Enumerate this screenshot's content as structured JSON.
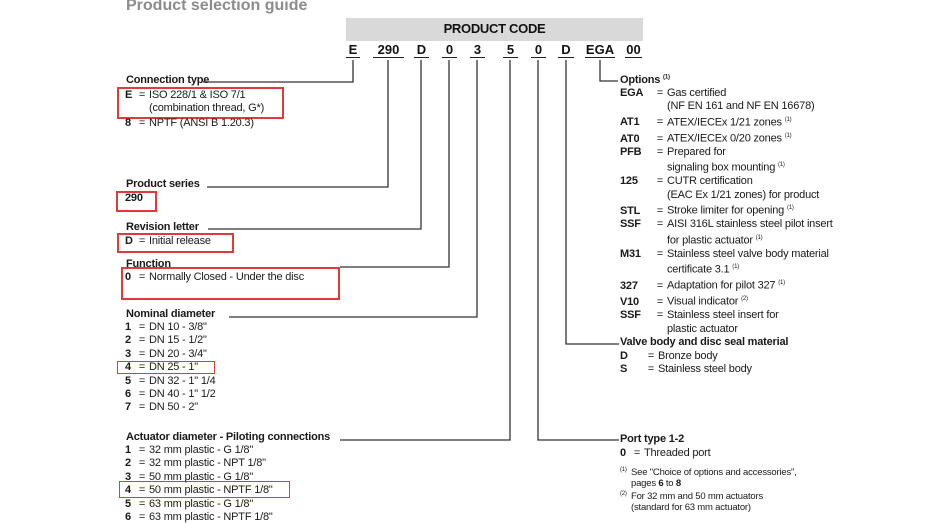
{
  "page_title": "Product selection guide",
  "product_code": {
    "label": "PRODUCT CODE",
    "segments": [
      "E",
      "290",
      "D",
      "0",
      "3",
      "5",
      "0",
      "D",
      "EGA",
      "00"
    ]
  },
  "sections": {
    "connection_type": {
      "title": "Connection type",
      "items": [
        {
          "key": "E",
          "eq": "=",
          "value": "ISO 228/1 & ISO 7/1",
          "value2": "(combination thread, G*)",
          "highlighted": true
        },
        {
          "key": "8",
          "eq": "=",
          "value": "NPTF (ANSI B 1.20.3)",
          "highlighted": false
        }
      ]
    },
    "product_series": {
      "title": "Product series",
      "items": [
        {
          "key": "290",
          "highlighted": true
        }
      ]
    },
    "revision_letter": {
      "title": "Revision letter",
      "items": [
        {
          "key": "D",
          "eq": "=",
          "value": "Initial release",
          "highlighted": true
        }
      ]
    },
    "function": {
      "title": "Function",
      "items": [
        {
          "key": "0",
          "eq": "=",
          "value": "Normally Closed - Under the disc",
          "highlighted": true
        }
      ]
    },
    "nominal_diameter": {
      "title": "Nominal diameter",
      "items": [
        {
          "key": "1",
          "eq": "=",
          "value": "DN 10 - 3/8\"",
          "highlighted": false
        },
        {
          "key": "2",
          "eq": "=",
          "value": "DN 15 - 1/2\"",
          "highlighted": false
        },
        {
          "key": "3",
          "eq": "=",
          "value": "DN 20 - 3/4\"",
          "highlighted": false
        },
        {
          "key": "4",
          "eq": "=",
          "value": "DN 25 - 1\"",
          "highlighted": true
        },
        {
          "key": "5",
          "eq": "=",
          "value": "DN 32 - 1\" 1/4",
          "highlighted": false
        },
        {
          "key": "6",
          "eq": "=",
          "value": "DN 40 - 1\" 1/2",
          "highlighted": false
        },
        {
          "key": "7",
          "eq": "=",
          "value": "DN 50 - 2\"",
          "highlighted": false
        }
      ]
    },
    "actuator_diameter": {
      "title": "Actuator diameter - Piloting connections",
      "items": [
        {
          "key": "1",
          "eq": "=",
          "value": "32 mm plastic - G 1/8\"",
          "highlighted": false
        },
        {
          "key": "2",
          "eq": "=",
          "value": "32 mm plastic - NPT 1/8\"",
          "highlighted": false
        },
        {
          "key": "3",
          "eq": "=",
          "value": "50 mm plastic - G 1/8\"",
          "highlighted": false
        },
        {
          "key": "4",
          "eq": "=",
          "value": "50 mm plastic - NPTF 1/8\"",
          "highlighted": true
        },
        {
          "key": "5",
          "eq": "=",
          "value": "63 mm plastic - G 1/8\"",
          "highlighted": false
        },
        {
          "key": "6",
          "eq": "=",
          "value": "63 mm plastic - NPTF 1/8\"",
          "highlighted": false
        }
      ]
    },
    "options": {
      "title": "Options",
      "title_note": "(1)",
      "items": [
        {
          "key": "EGA",
          "eq": "=",
          "value": "Gas certified",
          "value2": "(NF EN 161 and NF EN 16678)",
          "note": ""
        },
        {
          "key": "AT1",
          "eq": "=",
          "value": "ATEX/IECEx 1/21 zones",
          "note": "(1)"
        },
        {
          "key": "AT0",
          "eq": "=",
          "value": "ATEX/IECEx 0/20 zones",
          "note": "(1)"
        },
        {
          "key": "PFB",
          "eq": "=",
          "value": "Prepared for",
          "value2": "signaling box mounting",
          "note": "(1)"
        },
        {
          "key": "125",
          "eq": "=",
          "value": "CUTR certification",
          "value2": "(EAC Ex 1/21 zones) for product",
          "note": ""
        },
        {
          "key": "STL",
          "eq": "=",
          "value": "Stroke limiter for opening",
          "note": "(1)"
        },
        {
          "key": "SSF",
          "eq": "=",
          "value": "AISI 316L stainless steel pilot insert",
          "value2": "for plastic actuator",
          "note": "(1)"
        },
        {
          "key": "M31",
          "eq": "=",
          "value": "Stainless steel valve body material",
          "value2": "certificate 3.1",
          "note": "(1)"
        },
        {
          "key": "327",
          "eq": "=",
          "value": "Adaptation for pilot 327",
          "note": "(1)"
        },
        {
          "key": "V10",
          "eq": "=",
          "value": "Visual indicator",
          "note": "(2)"
        },
        {
          "key": "SSF",
          "eq": "=",
          "value": "Stainless steel insert for",
          "value2": "plastic actuator",
          "note": ""
        }
      ]
    },
    "valve_body": {
      "title": "Valve body and disc seal material",
      "items": [
        {
          "key": "D",
          "eq": "=",
          "value": "Bronze body"
        },
        {
          "key": "S",
          "eq": "=",
          "value": "Stainless steel body"
        }
      ]
    },
    "port_type": {
      "title": "Port type 1-2",
      "items": [
        {
          "key": "0",
          "eq": "=",
          "value": "Threaded port"
        }
      ]
    }
  },
  "footnotes": [
    {
      "mark": "(1)",
      "text_a": "See \"Choice of options and accessories\",",
      "text_b": "pages ",
      "page_from": "6",
      "to": " to ",
      "page_to": "8"
    },
    {
      "mark": "(2)",
      "text_a": "For 32 mm and 50 mm actuators",
      "text_b": "(standard for 63 mm actuator)"
    }
  ],
  "colors": {
    "highlight_border": "#e03a3a",
    "code_bar_bg": "#d9d9d9",
    "title_gray": "#8c8c8c",
    "line": "#333333"
  }
}
